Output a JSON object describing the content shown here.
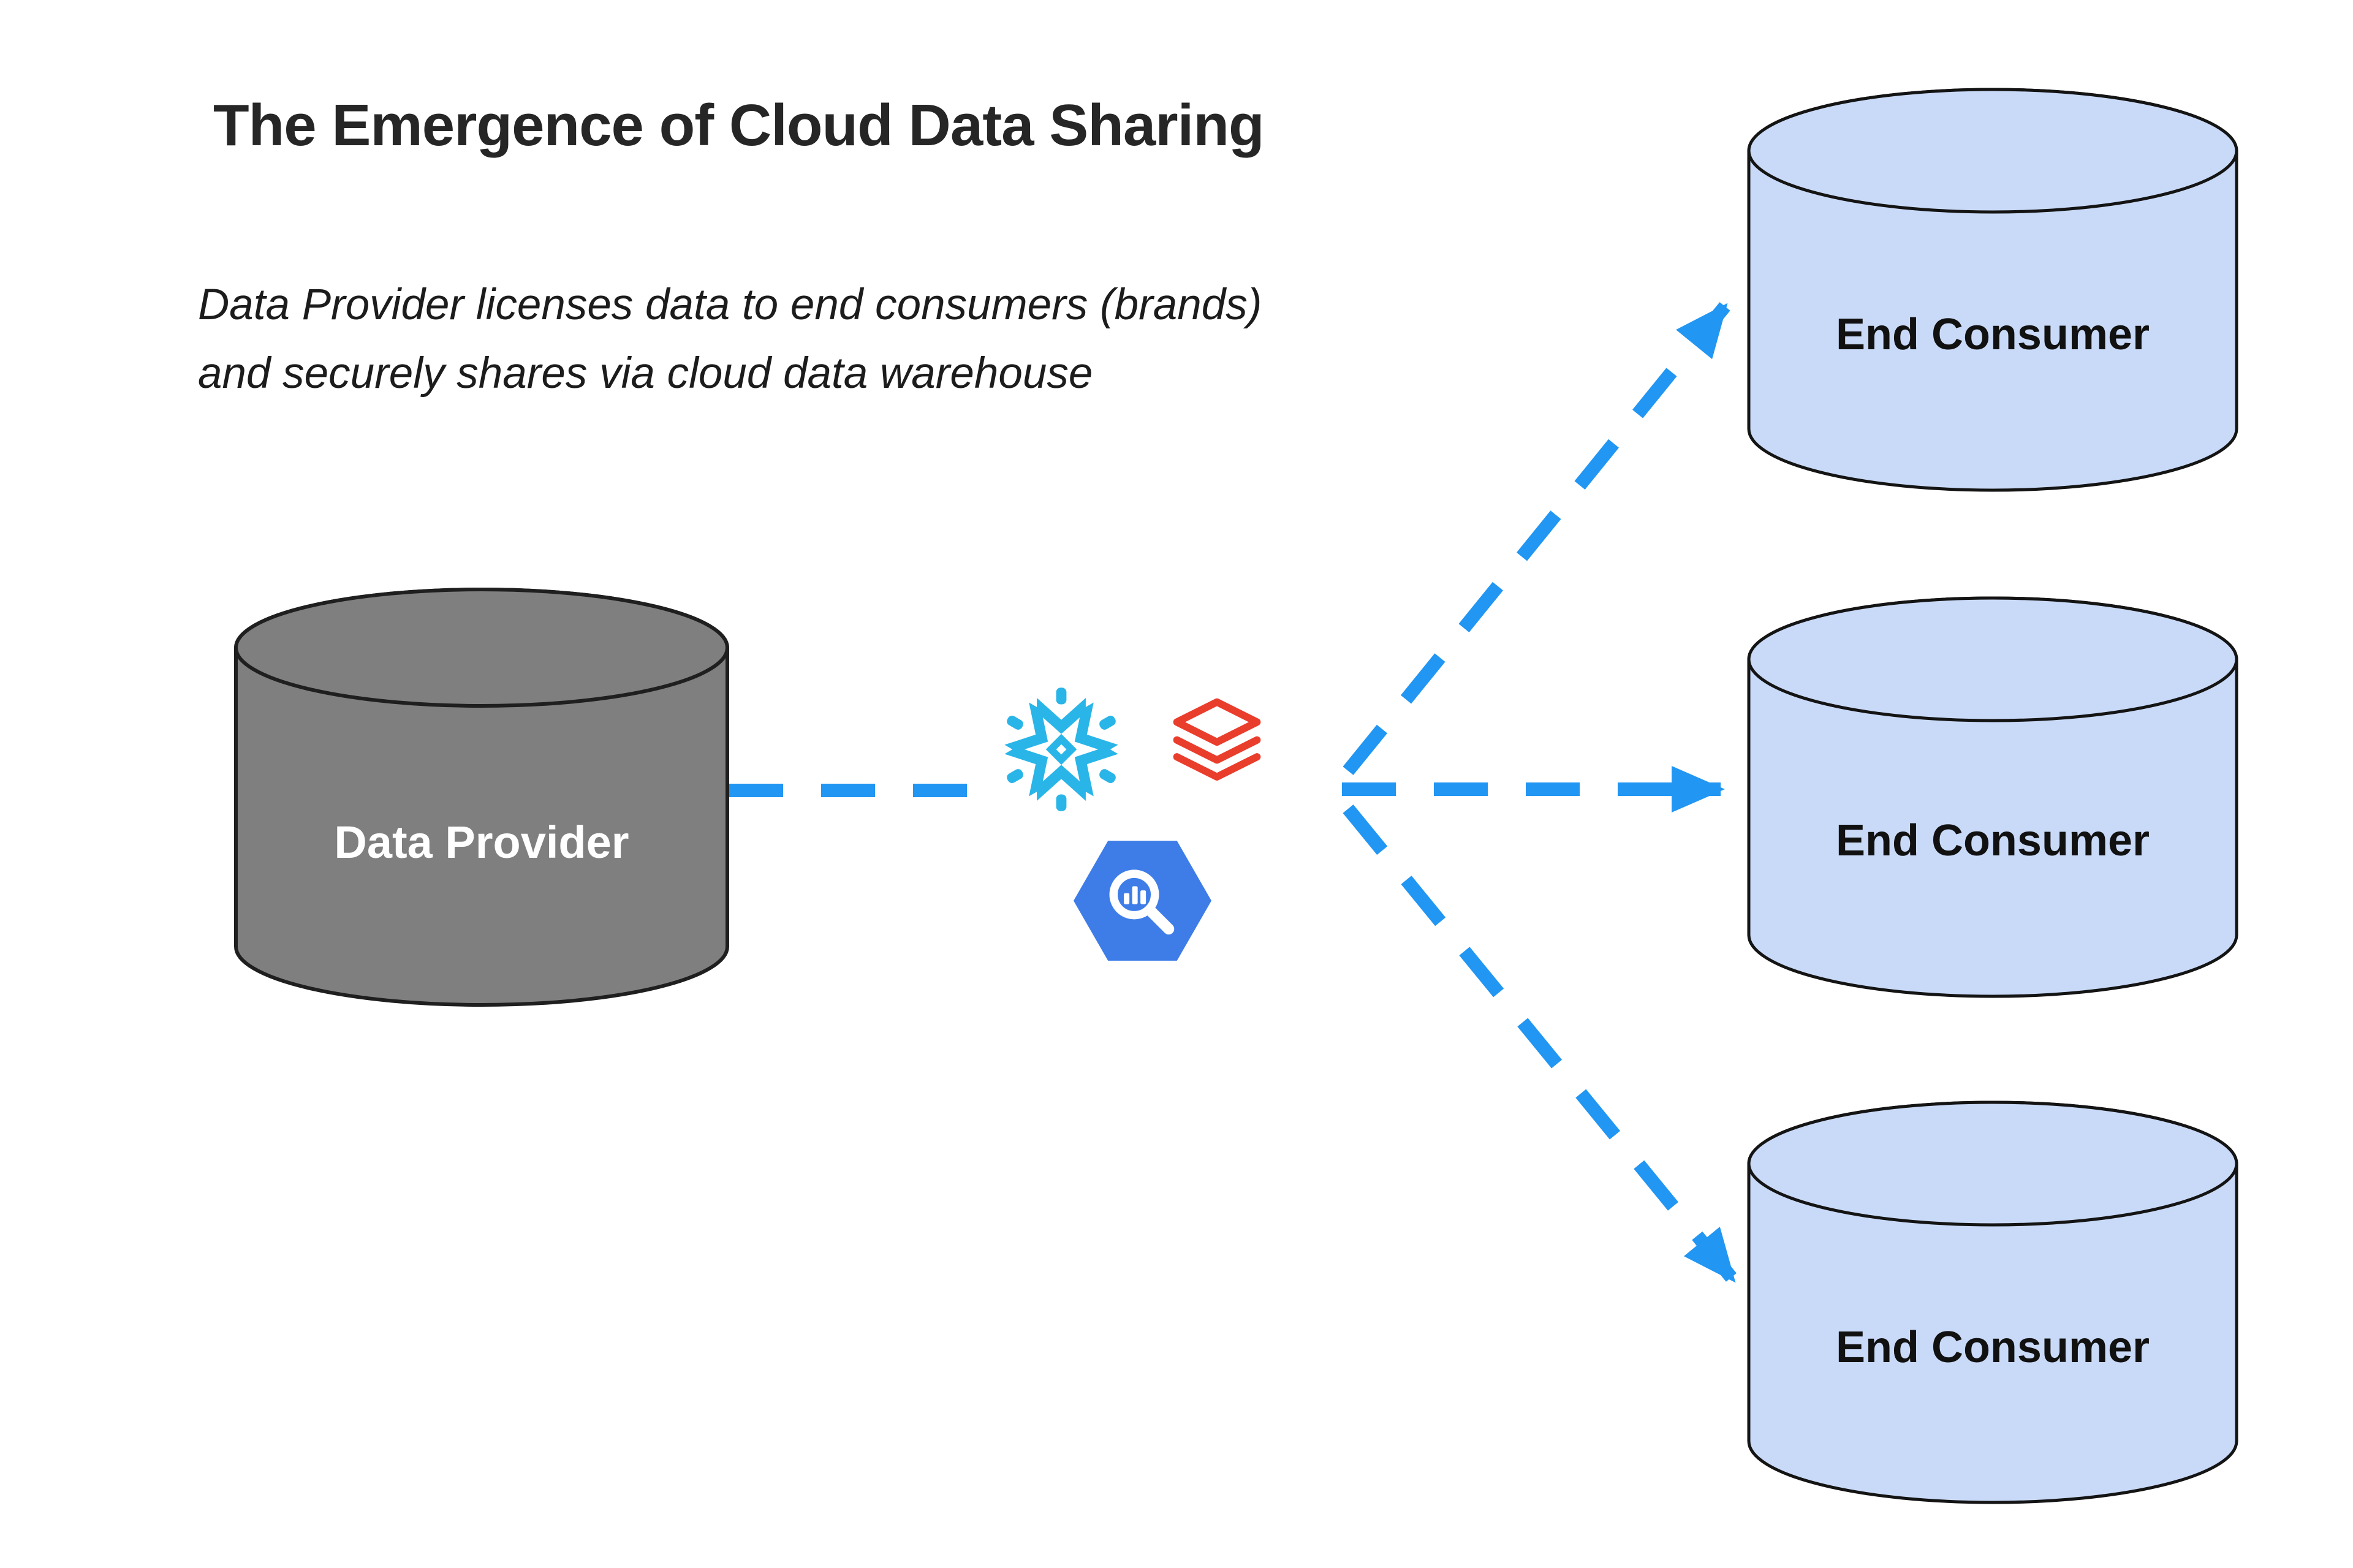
{
  "title": "The Emergence of Cloud Data Sharing",
  "subtitle": {
    "line1": "Data Provider licenses data to end consumers (brands)",
    "line2": "and securely shares via cloud data warehouse"
  },
  "provider": {
    "label": "Data Provider"
  },
  "consumers": [
    {
      "label": "End Consumer"
    },
    {
      "label": "End Consumer"
    },
    {
      "label": "End Consumer"
    }
  ],
  "platform_icons": [
    {
      "name": "snowflake-logo"
    },
    {
      "name": "databricks-logo"
    },
    {
      "name": "bigquery-logo"
    }
  ],
  "colors": {
    "arrow_blue": "#2196f3",
    "provider_fill": "#7f7f7f",
    "provider_stroke": "#1f1f1f",
    "consumer_fill": "#c9daf8",
    "consumer_stroke": "#141414",
    "snowflake_blue": "#29b5e8",
    "databricks_red": "#ea3e2d",
    "bigquery_blue": "#3e7de8",
    "text_dark": "#262626"
  }
}
